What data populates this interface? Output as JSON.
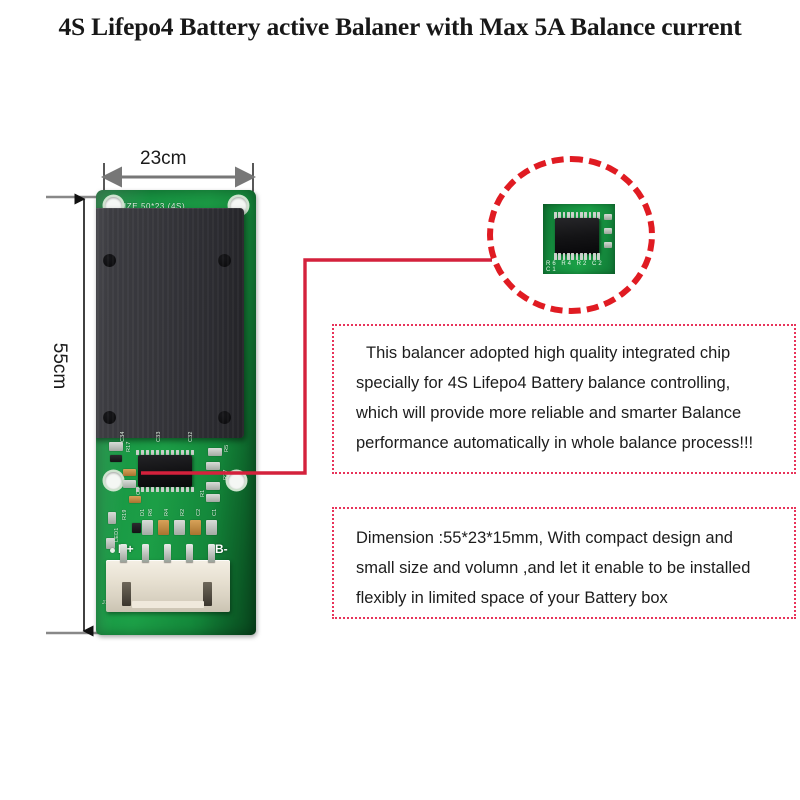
{
  "page": {
    "title": "4S Lifepo4 Battery active Balaner with Max 5A Balance current",
    "background_color": "#ffffff",
    "accent_red": "#e01b22",
    "box_border_color": "#e8335a",
    "pcb_green": "#169040"
  },
  "dimensions": {
    "width_label": "23cm",
    "height_label": "55cm",
    "arrow_color": "#777777"
  },
  "product_photo": {
    "silkscreen_top": "SIZE 50*23 (4S)",
    "pad_positive": "B+",
    "pad_negative": "B-",
    "connector_label": "J1",
    "silkscreen_parts": [
      "C34",
      "C33",
      "C32",
      "R17",
      "R5",
      "R27",
      "R26",
      "R19",
      "D1",
      "LED1",
      "C5",
      "R1",
      "R6",
      "R4",
      "R2",
      "C2",
      "C1",
      "R3"
    ]
  },
  "zoom_callout": {
    "circle_style": "dashed",
    "circle_color": "#e01b22",
    "chip_silkscreen": "R6 R4 R2 C2 C1",
    "connector_line_color": "#d4213c"
  },
  "callouts": [
    {
      "id": "feature-box",
      "lines": [
        "This balancer adopted high quality integrated chip",
        "specially for 4S Lifepo4 Battery balance controlling,",
        "which will provide more reliable and smarter Balance",
        "performance automatically in whole balance process!!!"
      ]
    },
    {
      "id": "dimension-box",
      "lines": [
        "Dimension :55*23*15mm, With compact design and",
        "small size and volumn ,and let it enable to be installed",
        "flexibly in limited space of your Battery box"
      ]
    }
  ]
}
